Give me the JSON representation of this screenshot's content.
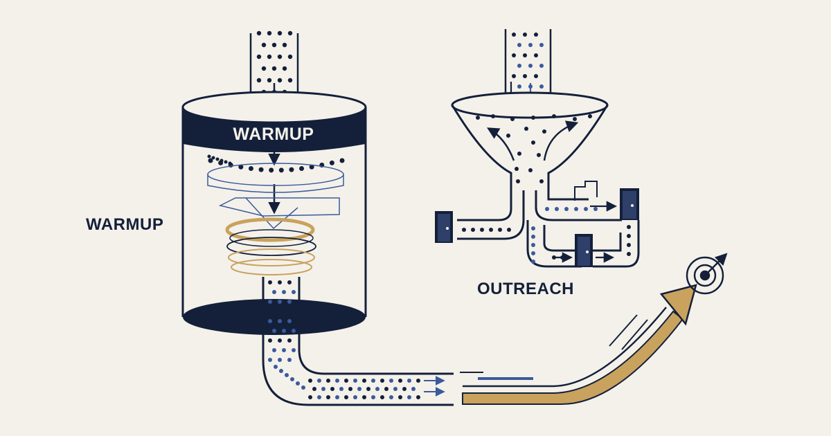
{
  "labels": {
    "side_label": "WARMUP",
    "tank_band_label": "WARMUP",
    "funnel_label": "OUTREACH"
  },
  "colors": {
    "background": "#f4f1ea",
    "ink": "#14203a",
    "dot_blue": "#3a5a9c",
    "gold": "#c9a25e",
    "gold_dark": "#8a6a2e"
  },
  "icons": [
    "door-icon",
    "target-icon",
    "arrow-icon",
    "spiral-coil-icon"
  ]
}
